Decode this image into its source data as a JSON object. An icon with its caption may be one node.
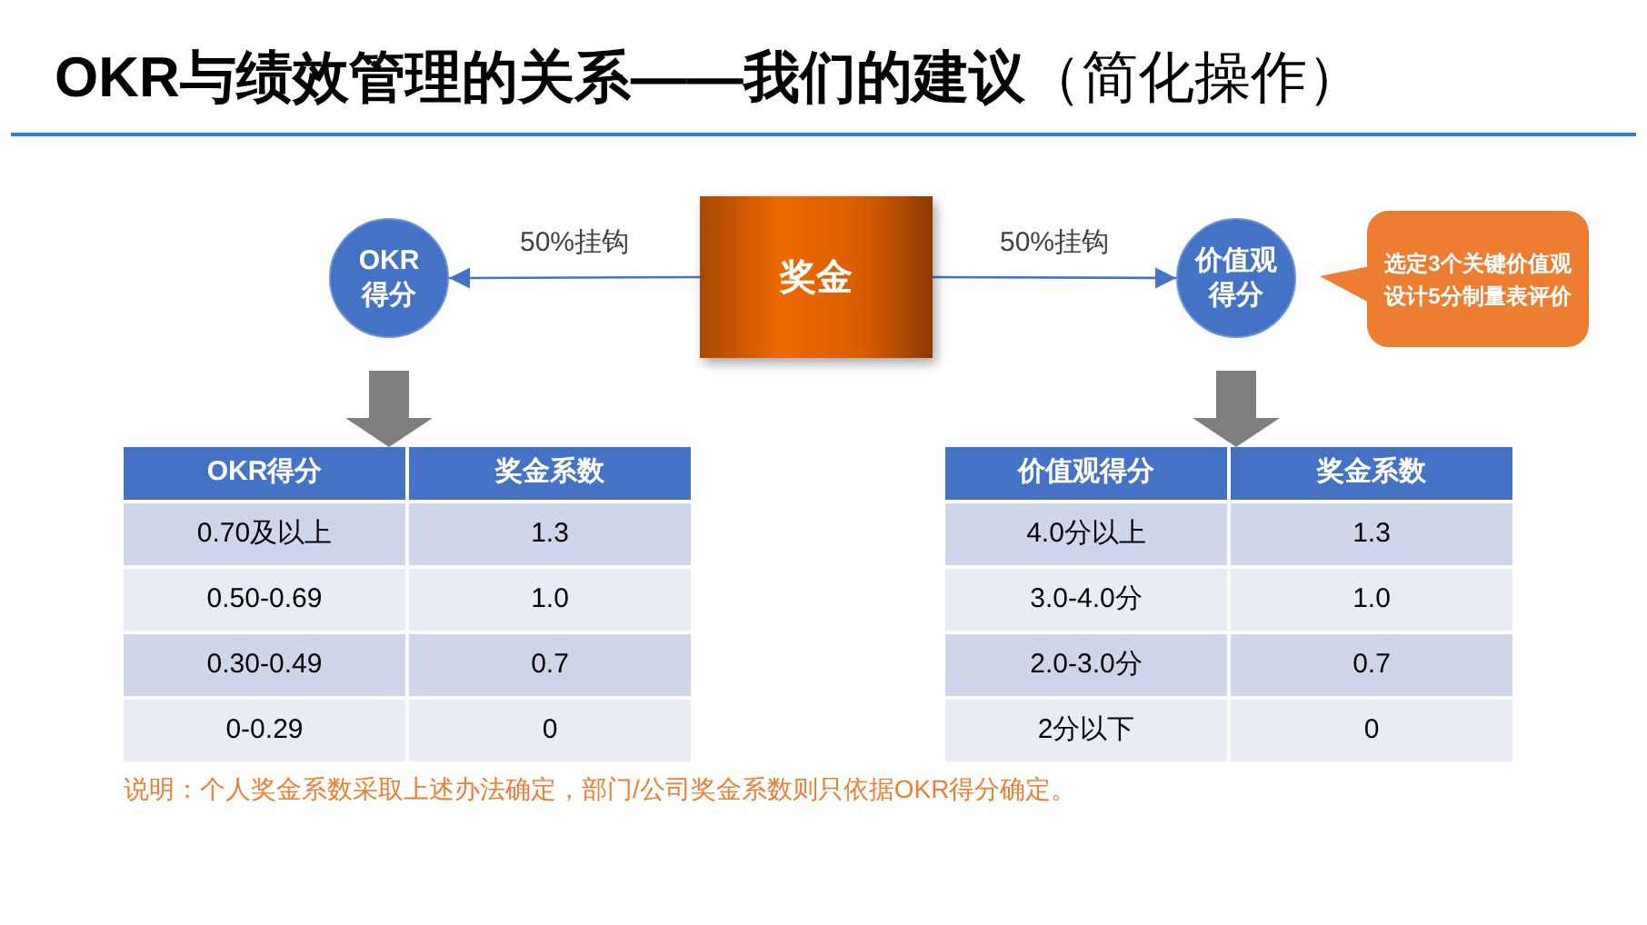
{
  "diagram": {
    "title": "**OKR与绩效管理的关系——我们的建议**（简化操作）",
    "nodes": [
      {
        "text": [
          "奖金"
        ]
      },
      {
        "text": [
          "OKR得分"
        ]
      },
      {
        "text": [
          "价值观得分"
        ]
      },
      {
        "text": [
          "选定3个关键价值观设计5分制量表评价"
        ]
      },
      {
        "text": [],
        "shape": "box"
      },
      {
        "text": [],
        "shape": "box"
      }
    ],
    "edges": [
      {
        "from": 0,
        "to": 1,
        "arrow": "to",
        "label": "50%挂钩",
        "color": "#4472c4"
      },
      {
        "from": 0,
        "to": 2,
        "arrow": "to",
        "label": "50%挂钩",
        "color": "#4472c4"
      },
      {
        "from": 1,
        "to": 4,
        "arrow": "to",
        "style": "thick",
        "color": "#7f7f7f"
      },
      {
        "from": 2,
        "to": 5,
        "arrow": "to",
        "style": "thick",
        "color": "#7f7f7f"
      }
    ],
    "labels": [
      "OKR得分",
      "奖金系数",
      "0.70及以上",
      "1.3",
      "0.50-0.69",
      "1.0",
      "0.30-0.49",
      "0.7",
      "0-0.29",
      "0",
      "价值观得分",
      "奖金系数",
      "4.0分以上",
      "1.3",
      "3.0-4.0分",
      "1.0",
      "2.0-3.0分",
      "0.7",
      "2分以下",
      "0",
      "说明：个人奖金系数采取上述办法确定，部门/公司奖金系数则只依据OKR得分确定。"
    ]
  }
}
